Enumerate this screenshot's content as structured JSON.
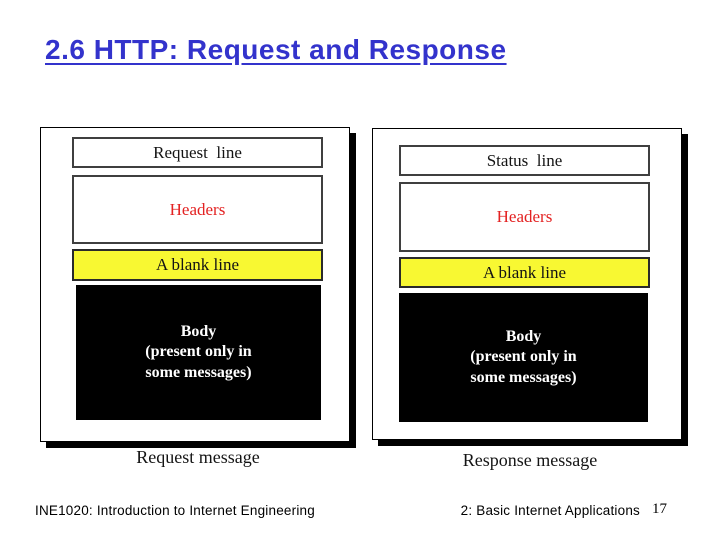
{
  "slide": {
    "title": "2.6 HTTP: Request and Response",
    "footer_left": "INE1020: Introduction to Internet Engineering",
    "footer_right": "2: Basic Internet Applications",
    "page_number": "17"
  },
  "colors": {
    "title_blue": "#3333cc",
    "headers_red": "#e32222",
    "blank_line_yellow": "#f8f832",
    "body_background": "#000000",
    "body_text": "#ffffff",
    "shadow_black": "#000000"
  },
  "request_diagram": {
    "rows": {
      "top": "Request  line",
      "headers": "Headers",
      "blank": "A blank line",
      "body": [
        "Body",
        "(present only in",
        "some messages)"
      ]
    },
    "caption": "Request message"
  },
  "response_diagram": {
    "rows": {
      "top": "Status  line",
      "headers": "Headers",
      "blank": "A blank line",
      "body": [
        "Body",
        "(present only in",
        "some messages)"
      ]
    },
    "caption": "Response message"
  }
}
